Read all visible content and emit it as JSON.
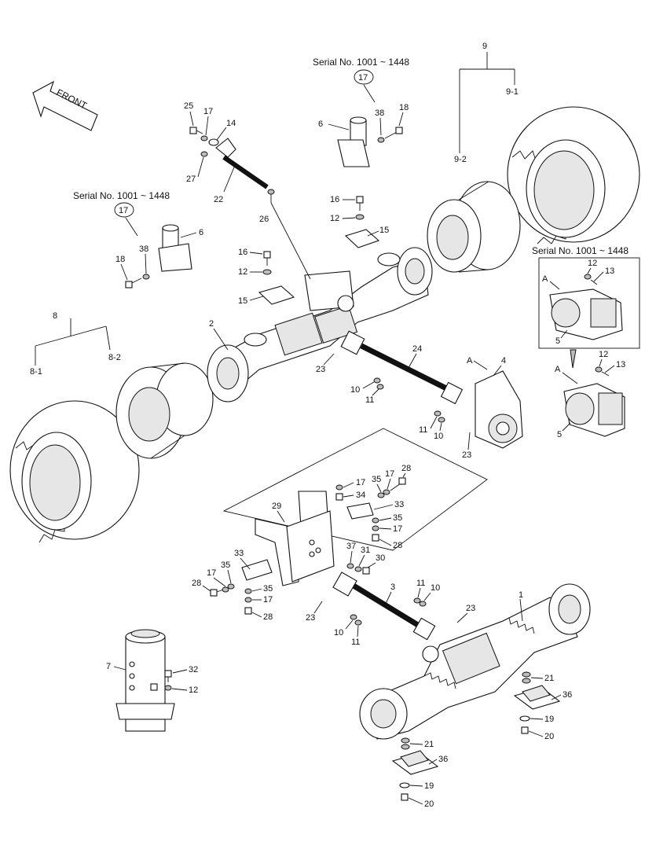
{
  "front_label": "FRONT",
  "serials": {
    "a": "Serial No. 1001 ~ 1448",
    "b": "Serial No. 1001 ~ 1448",
    "c": "Serial No. 1001 ~ 1448"
  },
  "callouts": {
    "c1": "1",
    "c2": "2",
    "c3": "3",
    "c4": "4",
    "c5a": "5",
    "c5b": "5",
    "c6a": "6",
    "c6b": "6",
    "c7": "7",
    "c8": "8",
    "c8_1": "8-1",
    "c8_2": "8-2",
    "c9": "9",
    "c9_1": "9-1",
    "c9_2": "9-2",
    "c10a": "10",
    "c10b": "10",
    "c10c": "10",
    "c10d": "10",
    "c11a": "11",
    "c11b": "11",
    "c11c": "11",
    "c11d": "11",
    "c12a": "12",
    "c12b": "12",
    "c12c": "12",
    "c12d": "12",
    "c12e": "12",
    "c13a": "13",
    "c13b": "13",
    "c14": "14",
    "c15a": "15",
    "c15b": "15",
    "c16a": "16",
    "c16b": "16",
    "c17a": "17",
    "c17b": "17",
    "c17c": "17",
    "c17d": "17",
    "c17e": "17",
    "c17f": "17",
    "c17g": "17",
    "c17h": "17",
    "c18a": "18",
    "c18b": "18",
    "c19a": "19",
    "c19b": "19",
    "c20a": "20",
    "c20b": "20",
    "c21a": "21",
    "c21b": "21",
    "c22": "22",
    "c23a": "23",
    "c23b": "23",
    "c23c": "23",
    "c23d": "23",
    "c24": "24",
    "c25": "25",
    "c26": "26",
    "c27": "27",
    "c28a": "28",
    "c28b": "28",
    "c28c": "28",
    "c28d": "28",
    "c29": "29",
    "c30": "30",
    "c31": "31",
    "c32": "32",
    "c33a": "33",
    "c33b": "33",
    "c34": "34",
    "c35a": "35",
    "c35b": "35",
    "c35c": "35",
    "c35d": "35",
    "c36a": "36",
    "c36b": "36",
    "c37": "37",
    "c38a": "38",
    "c38b": "38",
    "viewA1": "A",
    "viewA2": "A",
    "viewA3": "A"
  }
}
